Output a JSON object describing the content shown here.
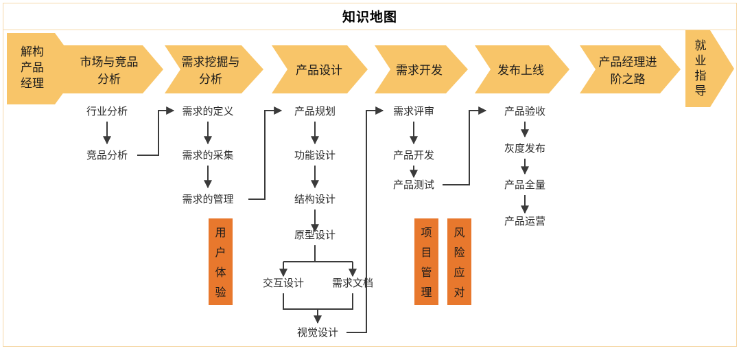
{
  "header": {
    "title": "知识地图"
  },
  "colors": {
    "frame_border": "#f6d8a8",
    "chevron_fill": "#f8c569",
    "vbox_fill": "#e8782d",
    "connector": "#3a3a3a",
    "background": "#ffffff",
    "text": "#1a1a1a"
  },
  "chevrons": [
    {
      "id": "jiegou-chanpin-jingli",
      "lines": [
        "解构",
        "产品",
        "经理"
      ],
      "vertical": true
    },
    {
      "id": "shichang-jingpin-fenxi",
      "lines": [
        "市场与竞品",
        "分析"
      ],
      "vertical": false
    },
    {
      "id": "xuqiu-wajue-fenxi",
      "lines": [
        "需求挖掘与",
        "分析"
      ],
      "vertical": false
    },
    {
      "id": "chanpin-sheji",
      "lines": [
        "产品设计"
      ],
      "vertical": false
    },
    {
      "id": "xuqiu-kaifa",
      "lines": [
        "需求开发"
      ],
      "vertical": false
    },
    {
      "id": "fabu-shangxian",
      "lines": [
        "发布上线"
      ],
      "vertical": false
    },
    {
      "id": "chanpin-jingli-jinjie",
      "lines": [
        "产品经理进",
        "阶之路"
      ],
      "vertical": false
    },
    {
      "id": "jiuye-zhidao",
      "lines": [
        "就",
        "业",
        "指",
        "导"
      ],
      "vertical": true
    }
  ],
  "columns": [
    {
      "id": "col-market",
      "nodes": [
        "行业分析",
        "竞品分析"
      ]
    },
    {
      "id": "col-requirement",
      "nodes": [
        "需求的定义",
        "需求的采集",
        "需求的管理"
      ]
    },
    {
      "id": "col-design",
      "nodes": [
        "产品规划",
        "功能设计",
        "结构设计",
        "原型设计",
        "交互设计",
        "需求文档",
        "视觉设计"
      ]
    },
    {
      "id": "col-develop",
      "nodes": [
        "需求评审",
        "产品开发",
        "产品测试"
      ]
    },
    {
      "id": "col-release",
      "nodes": [
        "产品验收",
        "灰度发布",
        "产品全量",
        "产品运营"
      ]
    }
  ],
  "vertical_boxes": [
    {
      "id": "yonghu-tiyan",
      "lines": [
        "用",
        "户",
        "体",
        "验"
      ]
    },
    {
      "id": "xiangmu-guanli",
      "lines": [
        "项",
        "目",
        "管",
        "理"
      ]
    },
    {
      "id": "fengxian-yingdui",
      "lines": [
        "风",
        "险",
        "应",
        "对"
      ]
    }
  ],
  "node_text": {
    "hangye_fenxi": "行业分析",
    "jingpin_fenxi": "竞品分析",
    "xuqiu_dingyi": "需求的定义",
    "xuqiu_caiji": "需求的采集",
    "xuqiu_guanli": "需求的管理",
    "chanpin_guihua": "产品规划",
    "gongneng_sheji": "功能设计",
    "jiegou_sheji": "结构设计",
    "yuanxing_sheji": "原型设计",
    "jiaohu_sheji": "交互设计",
    "xuqiu_wendang": "需求文档",
    "shijue_sheji": "视觉设计",
    "xuqiu_pingshen": "需求评审",
    "chanpin_kaifa": "产品开发",
    "chanpin_ceshi": "产品测试",
    "chanpin_yanshou": "产品验收",
    "huidu_fabu": "灰度发布",
    "chanpin_quanliang": "产品全量",
    "chanpin_yunying": "产品运营"
  }
}
